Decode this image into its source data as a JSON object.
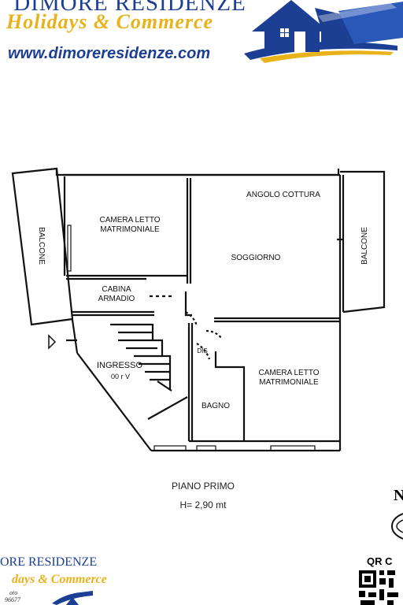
{
  "header": {
    "brand": "DIMORE RESIDENZE",
    "tagline": "Holidays & Commerce",
    "website": "www.dimoreresidenze.com",
    "logo_icon": "house-logo-icon"
  },
  "plan": {
    "rooms": {
      "camera_letto_1": "CAMERA LETTO\nMATRIMONIALE",
      "angolo_cottura": "ANGOLO COTTURA",
      "soggiorno": "SOGGIORNO",
      "balcone_left": "BALCONE",
      "balcone_right": "BALCONE",
      "cabina_armadio": "CABINA\nARMADIO",
      "ingresso": "INGRESSO",
      "ingresso_note": "00 r V",
      "dis": "DIS",
      "camera_letto_2": "CAMERA LETTO\nMATRIMONIALE",
      "bagno": "BAGNO"
    },
    "floor_name": "PIANO PRIMO",
    "height": "H= 2,90 mt"
  },
  "footer": {
    "brand": "ORE RESIDENZE",
    "tagline": "days & Commerce",
    "small_1": "oto",
    "small_2": "96677",
    "north_label": "N",
    "qr_label": "QR C"
  },
  "colors": {
    "brand_blue": "#1c3f94",
    "brand_gold": "#e8b21a",
    "wall": "#111111"
  }
}
